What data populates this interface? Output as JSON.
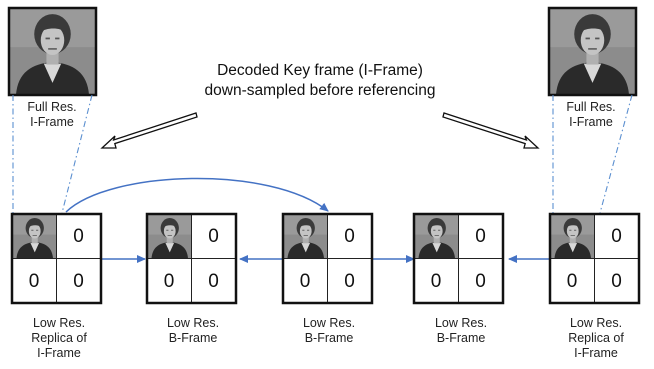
{
  "note": {
    "line1": "Decoded Key frame (I-Frame)",
    "line2": "down-sampled before referencing"
  },
  "top_left": {
    "line1": "Full Res.",
    "line2": "I-Frame"
  },
  "top_right": {
    "line1": "Full Res.",
    "line2": "I-Frame"
  },
  "frames": [
    {
      "cells": [
        "0",
        "0",
        "0"
      ],
      "label": [
        "Low Res.",
        "Replica of",
        "I-Frame"
      ]
    },
    {
      "cells": [
        "0",
        "0",
        "0"
      ],
      "label": [
        "Low Res.",
        "B-Frame"
      ]
    },
    {
      "cells": [
        "0",
        "0",
        "0"
      ],
      "label": [
        "Low Res.",
        "B-Frame"
      ]
    },
    {
      "cells": [
        "0",
        "0",
        "0"
      ],
      "label": [
        "Low Res.",
        "B-Frame"
      ]
    },
    {
      "cells": [
        "0",
        "0",
        "0"
      ],
      "label": [
        "Low Res.",
        "Replica of",
        "I-Frame"
      ]
    }
  ],
  "colors": {
    "arrow": "#4472c4",
    "guide": "#5b8fd0",
    "photo_bg": "#8a8a8a"
  }
}
